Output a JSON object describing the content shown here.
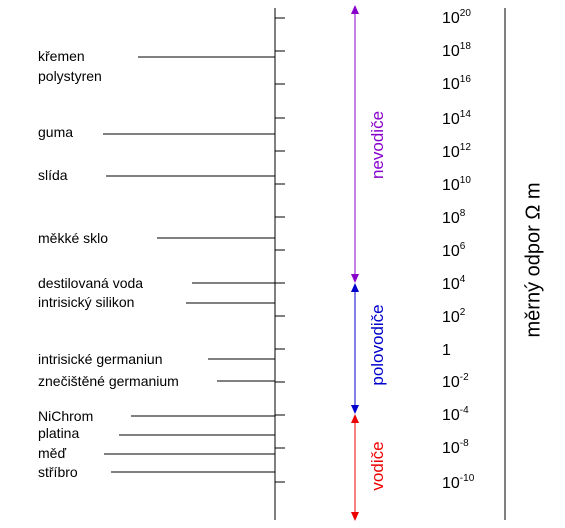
{
  "materials": [
    "křemen",
    "polystyren",
    "guma",
    "slída",
    "měkké sklo",
    "destilovaná voda",
    "intrisický silikon",
    "intrisické germaniun",
    "znečištěné germanium",
    "NiChrom",
    "platina",
    "měď",
    "stříbro"
  ],
  "scale": [
    {
      "base": "10",
      "exp": "20"
    },
    {
      "base": "10",
      "exp": "18"
    },
    {
      "base": "10",
      "exp": "16"
    },
    {
      "base": "10",
      "exp": "14"
    },
    {
      "base": "10",
      "exp": "12"
    },
    {
      "base": "10",
      "exp": "10"
    },
    {
      "base": "10",
      "exp": "8"
    },
    {
      "base": "10",
      "exp": "6"
    },
    {
      "base": "10",
      "exp": "4"
    },
    {
      "base": "10",
      "exp": "2"
    },
    {
      "base": "1",
      "exp": ""
    },
    {
      "base": "10",
      "exp": "-2"
    },
    {
      "base": "10",
      "exp": "-4"
    },
    {
      "base": "10",
      "exp": "-8"
    },
    {
      "base": "10",
      "exp": "-10"
    }
  ],
  "categories": {
    "insulators": {
      "label": "nevodiče",
      "color": "#8800cc"
    },
    "semiconductors": {
      "label": "polovodiče",
      "color": "#0000cc"
    },
    "conductors": {
      "label": "vodiče",
      "color": "#ee0000"
    }
  },
  "axis_title": "měrný odpor Ω m"
}
